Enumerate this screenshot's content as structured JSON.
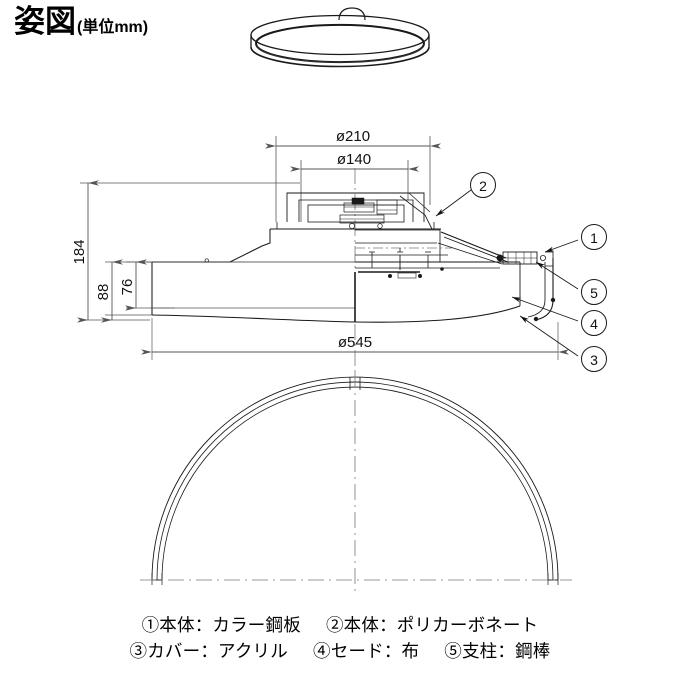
{
  "title": {
    "main": "姿図",
    "unit": "(単位mm)"
  },
  "dimensions": {
    "outer_diameter": "ø545",
    "mount_diameter": "ø210",
    "inner_diameter": "ø140",
    "total_height": "184",
    "shade_height": "88",
    "body_height": "76"
  },
  "callouts": [
    {
      "id": "1",
      "label": "1"
    },
    {
      "id": "2",
      "label": "2"
    },
    {
      "id": "3",
      "label": "3"
    },
    {
      "id": "4",
      "label": "4"
    },
    {
      "id": "5",
      "label": "5"
    }
  ],
  "legend": {
    "line1": [
      {
        "marker": "①",
        "text": "本体：カラー鋼板"
      },
      {
        "marker": "②",
        "text": "本体：ポリカーボネート"
      }
    ],
    "line2": [
      {
        "marker": "③",
        "text": "カバー：アクリル"
      },
      {
        "marker": "④",
        "text": "セード：布"
      },
      {
        "marker": "⑤",
        "text": "支柱：鋼棒"
      }
    ],
    "line1_item1": "①本体：カラー鋼板",
    "line1_item2": "②本体：ポリカーボネート",
    "line2_item1": "③カバー：アクリル",
    "line2_item2": "④セード：布",
    "line2_item3": "⑤支柱：鋼棒"
  },
  "views": {
    "perspective_label": "perspective-view",
    "section_label": "cross-section-view",
    "plan_label": "bottom-plan-view"
  },
  "colors": {
    "line": "#1a1a1a",
    "dim_line": "#555555",
    "background": "#ffffff"
  }
}
